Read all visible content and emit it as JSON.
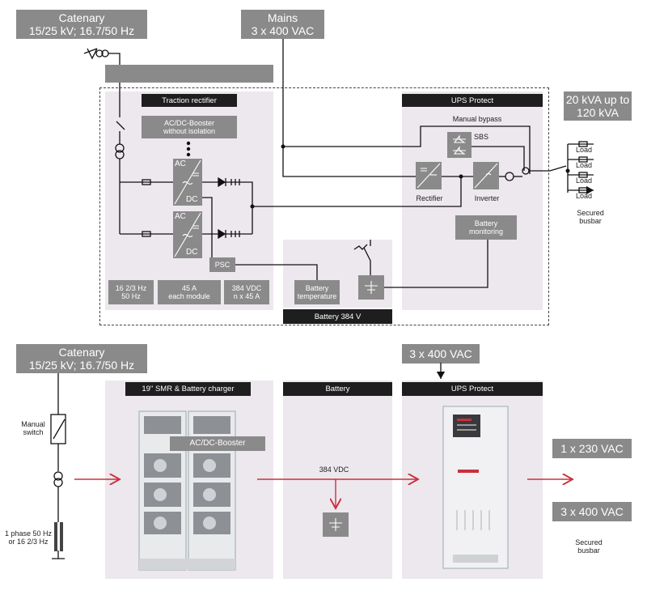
{
  "top": {
    "catenary": {
      "line1": "Catenary",
      "line2": "15/25 kV; 16.7/50 Hz"
    },
    "mains": {
      "line1": "Mains",
      "line2": "3 x 400 VAC"
    },
    "traction_rectifier": {
      "title": "Traction rectifier",
      "booster_line1": "AC/DC-Booster",
      "booster_line2": "without isolation"
    },
    "module_ac": "AC",
    "module_dc": "DC",
    "psc": "PSC",
    "specs": [
      {
        "line1": "16 2/3 Hz",
        "line2": "50 Hz"
      },
      {
        "line1": "45 A",
        "line2": "each module"
      },
      {
        "line1": "384 VDC",
        "line2": "n x 45 A"
      }
    ],
    "battery_temperature": {
      "line1": "Battery",
      "line2": "temperature"
    },
    "battery_title": "Battery 384 V",
    "ups": {
      "title": "UPS Protect",
      "manual_bypass": "Manual bypass",
      "sbs": "SBS",
      "rectifier": "Rectifier",
      "inverter": "Inverter",
      "monitoring_line1": "Battery",
      "monitoring_line2": "monitoring"
    },
    "power_range": {
      "line1": "20 kVA up to",
      "line2": "120 kVA"
    },
    "loads": [
      "Load",
      "Load",
      "Load",
      "Load"
    ],
    "secured_busbar": {
      "line1": "Secured",
      "line2": "busbar"
    }
  },
  "bottom": {
    "catenary": {
      "line1": "Catenary",
      "line2": "15/25 kV; 16.7/50 Hz"
    },
    "manual_switch": {
      "line1": "Manual",
      "line2": "switch"
    },
    "phase_label": {
      "line1": "1 phase 50 Hz",
      "line2": "or 16 2/3 Hz"
    },
    "charger_title": "19\" SMR & Battery charger",
    "ac_dc_booster": "AC/DC-Booster",
    "battery_title": "Battery",
    "dc_label": "384 VDC",
    "ups_title": "UPS Protect",
    "ups_input": "3 x 400 VAC",
    "output_1": "1 x 230 VAC",
    "output_2": "3 x 400 VAC",
    "secured_busbar": {
      "line1": "Secured",
      "line2": "busbar"
    }
  },
  "colors": {
    "box_gray": "#8a8a8a",
    "panel": "#ece8ee",
    "header": "#1e1e1e",
    "arrow_red": "#c8323c",
    "line": "#111111"
  }
}
